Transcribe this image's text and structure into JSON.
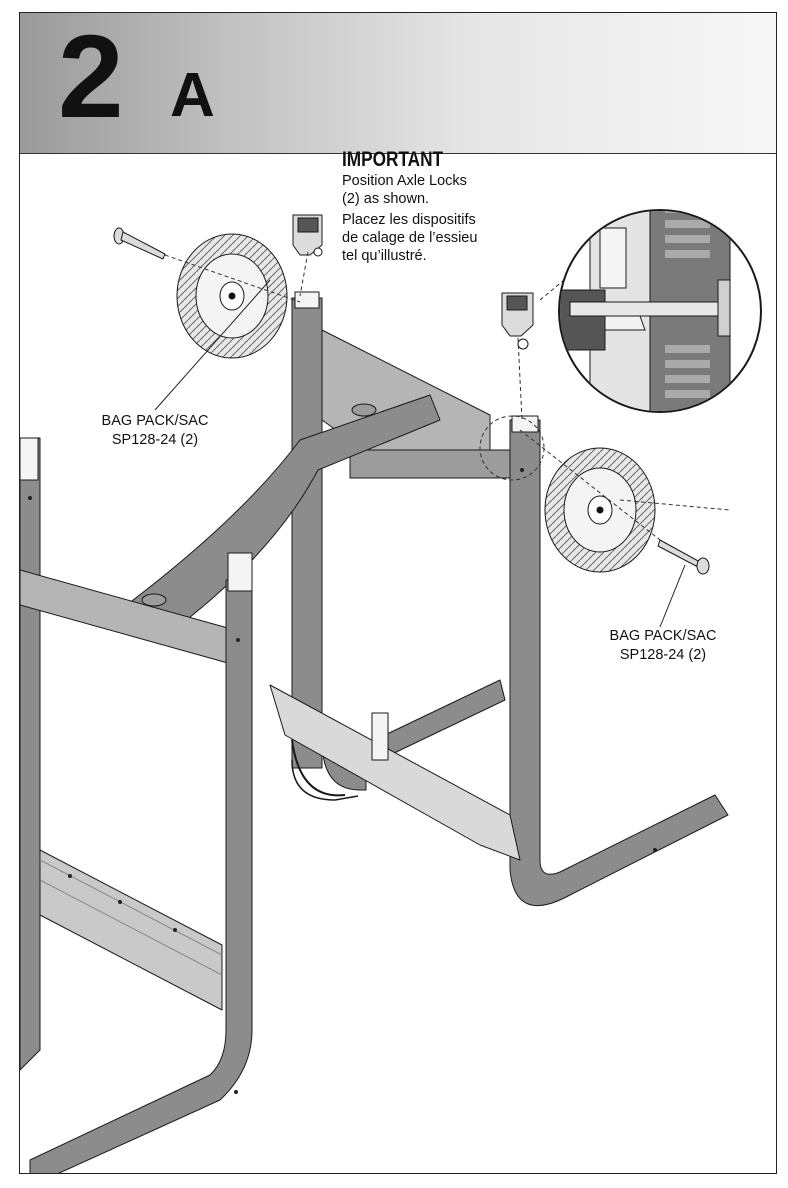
{
  "header": {
    "step_number": "2",
    "step_letter": "A"
  },
  "note": {
    "title": "IMPORTANT",
    "lines": [
      "Position Axle Locks",
      "(2) as shown.",
      "Placez les dispositifs",
      "de calage de l’essieu",
      "tel qu’illustré."
    ]
  },
  "labels": {
    "left": {
      "line1": "BAG PACK/SAC",
      "line2": "SP128-24 (2)"
    },
    "right": {
      "line1": "BAG PACK/SAC",
      "line2": "SP128-24 (2)"
    }
  },
  "colors": {
    "frame_metal": "#8c8c8c",
    "frame_metal_light": "#b5b5b5",
    "wheel": "#eeeeee",
    "outline": "#1a1a1a"
  }
}
